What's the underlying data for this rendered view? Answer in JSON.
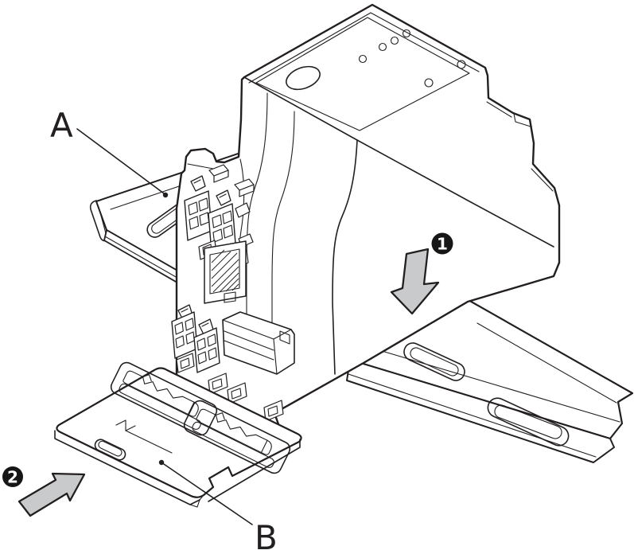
{
  "illustration": {
    "kind": "din-rail-mounting-instruction",
    "parts": {
      "device": "din-rail-device",
      "rail": "din-rail",
      "clip": "retainer-clip"
    }
  },
  "labels": {
    "rail": "A",
    "clip": "B"
  },
  "steps": [
    {
      "number": "1",
      "icon": "arrow-down-icon"
    },
    {
      "number": "2",
      "icon": "arrow-right-icon"
    }
  ],
  "colors": {
    "line": "#231f20",
    "arrow_fill": "#c9cacc",
    "badge_fill": "#161616",
    "badge_text": "#ffffff",
    "background": "#ffffff"
  }
}
